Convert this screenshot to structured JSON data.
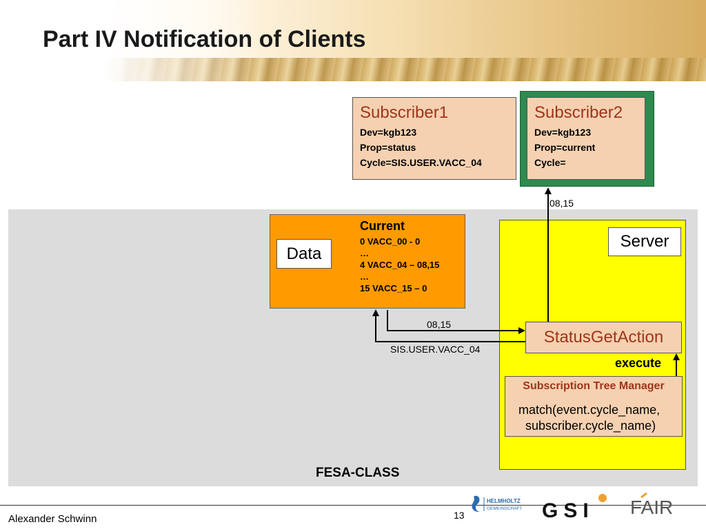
{
  "title": "Part IV Notification of Clients",
  "subscribers": [
    {
      "title": "Subscriber1",
      "lines": [
        "Dev=kgb123",
        "Prop=status",
        "Cycle=SIS.USER.VACC_04"
      ]
    },
    {
      "title": "Subscriber2",
      "lines": [
        "Dev=kgb123",
        "Prop=current",
        "Cycle="
      ]
    }
  ],
  "data_block": {
    "label": "Data",
    "current_title": "Current",
    "current_lines": [
      "0 VACC_00 - 0",
      "…",
      "4 VACC_04 – 08,15",
      "…",
      "15 VACC_15 – 0"
    ]
  },
  "server": {
    "label": "Server",
    "status_get_action": "StatusGetAction",
    "execute": "execute",
    "stm_title": "Subscription Tree Manager",
    "stm_line1": "match(event.cycle_name,",
    "stm_line2": "subscriber.cycle_name)"
  },
  "arrow_labels": {
    "to_subscriber2": "08,15",
    "data_value": "08,15",
    "cycle_name": "SIS.USER.VACC_04"
  },
  "fesa_label": "FESA-CLASS",
  "footer": {
    "author": "Alexander Schwinn",
    "page": "13"
  },
  "logos": {
    "helmholtz_top": "HELMHOLTZ",
    "helmholtz_bottom": "GEMEINSCHAFT",
    "gsi": "GSI",
    "fair": "FAIR"
  },
  "colors": {
    "subscriber_fill": "#f5d1b1",
    "highlight_frame": "#2e8a4f",
    "data_fill": "#ff9a00",
    "server_fill": "#ffff00",
    "fesa_fill": "#dcdcdc",
    "accent_text": "#a0341a"
  }
}
